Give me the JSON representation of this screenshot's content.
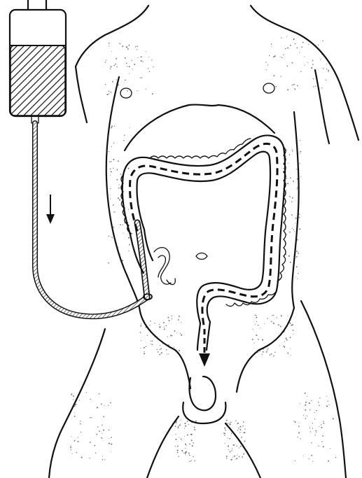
{
  "figure": {
    "colors": {
      "ink": "#111111",
      "background": "#ffffff"
    },
    "parts": [
      "irrigation-bag",
      "fluid-level",
      "drainage-tube",
      "flow-arrow-tube",
      "torso",
      "colon",
      "flow-path",
      "rectal-catheter",
      "small-intestine",
      "umbilicus",
      "exit-arrow",
      "genitalia"
    ]
  }
}
